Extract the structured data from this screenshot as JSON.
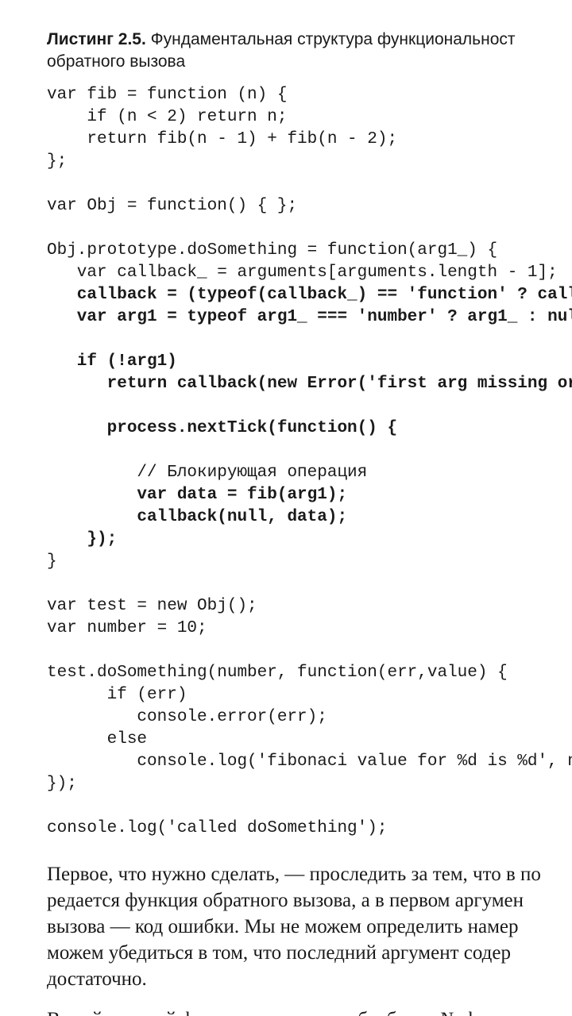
{
  "caption": {
    "label": "Листинг 2.5.",
    "line1_text": " Фундаментальная структура функциональност",
    "line2_text": "обратного вызова"
  },
  "code_lines": [
    {
      "text": "var fib = function (n) {",
      "bold": false
    },
    {
      "text": "    if (n < 2) return n;",
      "bold": false
    },
    {
      "text": "    return fib(n - 1) + fib(n - 2);",
      "bold": false
    },
    {
      "text": "};",
      "bold": false
    },
    {
      "text": "",
      "bold": false
    },
    {
      "text": "var Obj = function() { };",
      "bold": false
    },
    {
      "text": "",
      "bold": false
    },
    {
      "text": "Obj.prototype.doSomething = function(arg1_) {",
      "bold": false
    },
    {
      "text": "   var callback_ = arguments[arguments.length - 1];",
      "bold": false
    },
    {
      "text": "   callback = (typeof(callback_) == 'function' ? call",
      "bold": true
    },
    {
      "text": "   var arg1 = typeof arg1_ === 'number' ? arg1_ : nul",
      "bold": true
    },
    {
      "text": "",
      "bold": false
    },
    {
      "text": "   if (!arg1)",
      "bold": true
    },
    {
      "text": "      return callback(new Error('first arg missing or",
      "bold": true
    },
    {
      "text": "",
      "bold": false
    },
    {
      "text": "      process.nextTick(function() {",
      "bold": true
    },
    {
      "text": "",
      "bold": false
    },
    {
      "text": "         // Блокирующая операция",
      "bold": false
    },
    {
      "text": "         var data = fib(arg1);",
      "bold": true
    },
    {
      "text": "         callback(null, data);",
      "bold": true
    },
    {
      "text": "    });",
      "bold": true
    },
    {
      "text": "}",
      "bold": false
    },
    {
      "text": "",
      "bold": false
    },
    {
      "text": "var test = new Obj();",
      "bold": false
    },
    {
      "text": "var number = 10;",
      "bold": false
    },
    {
      "text": "",
      "bold": false
    },
    {
      "text": "test.doSomething(number, function(err,value) {",
      "bold": false
    },
    {
      "text": "      if (err)",
      "bold": false
    },
    {
      "text": "         console.error(err);",
      "bold": false
    },
    {
      "text": "      else",
      "bold": false
    },
    {
      "text": "         console.log('fibonaci value for %d is %d', n",
      "bold": false
    },
    {
      "text": "});",
      "bold": false
    },
    {
      "text": "",
      "bold": false
    },
    {
      "text": "console.log('called doSomething');",
      "bold": false
    }
  ],
  "paragraph": {
    "lines": [
      "Первое, что нужно сделать, — проследить за тем, что в по",
      "редается функция обратного вызова, а в первом аргумен",
      "вызова — код ошибки. Мы не можем определить намер",
      "можем убедиться в том, что последний аргумент содер",
      "достаточно."
    ],
    "next_line": "В этой простой функциональности обработки № ф"
  }
}
